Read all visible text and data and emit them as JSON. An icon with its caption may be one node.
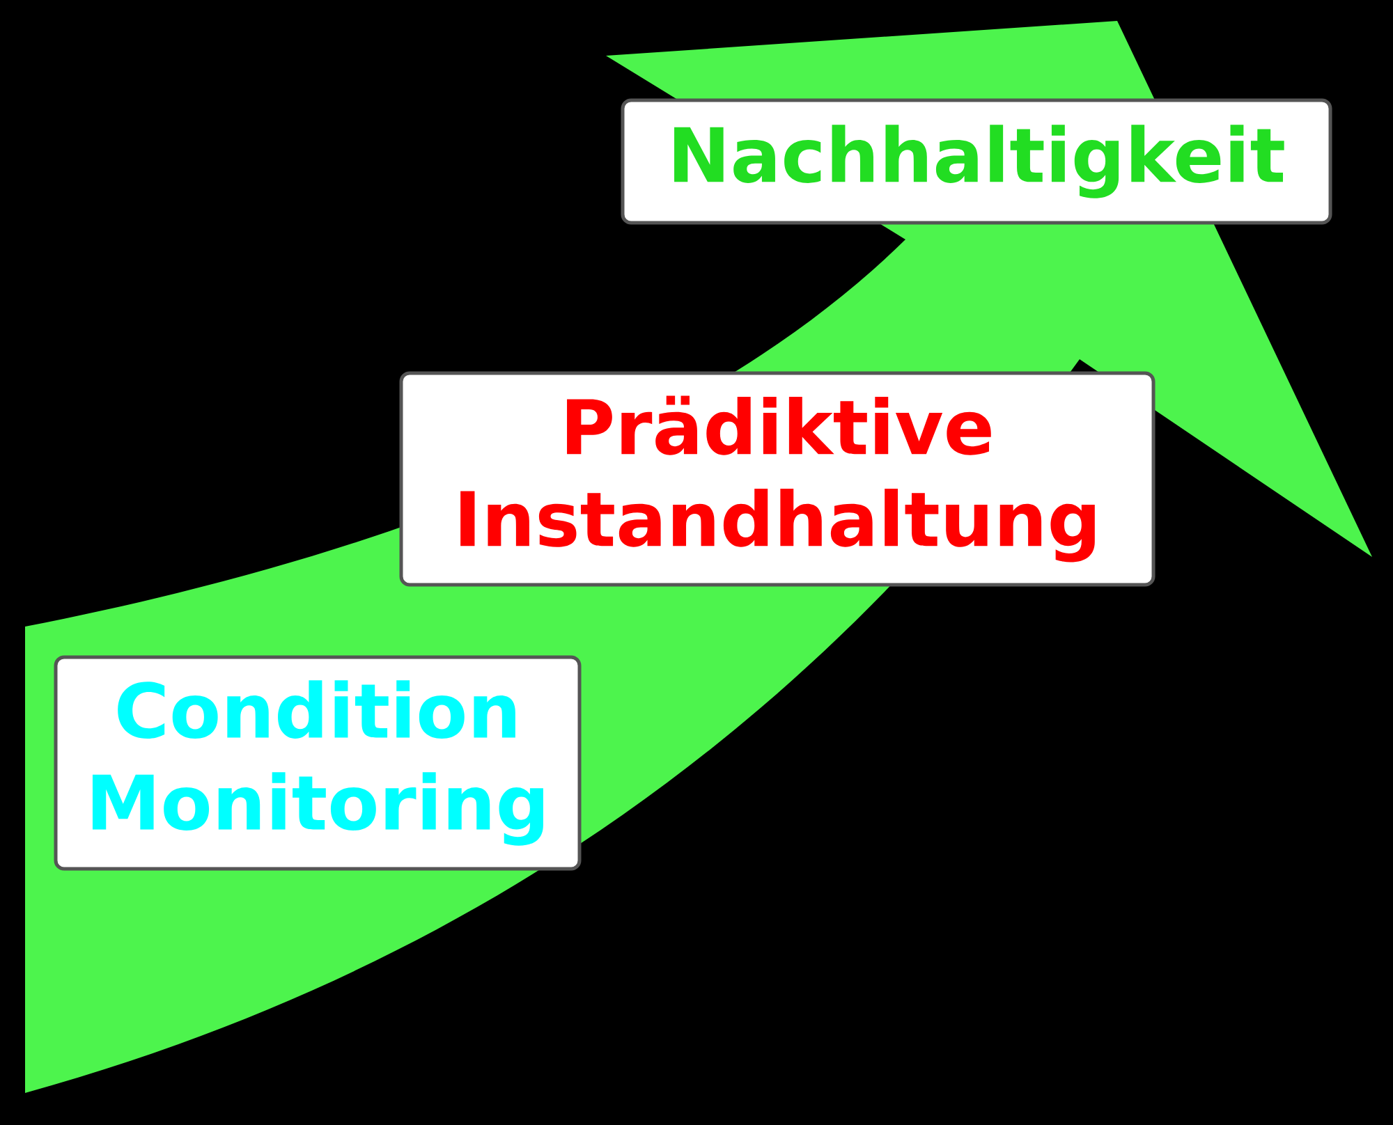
{
  "diagram": {
    "nodes": [
      {
        "text": [
          "Nachhaltigkeit"
        ]
      },
      {
        "text": [
          "Prädiktive Instandhaltung"
        ]
      },
      {
        "text": [
          "Condition Monitoring"
        ]
      }
    ]
  }
}
